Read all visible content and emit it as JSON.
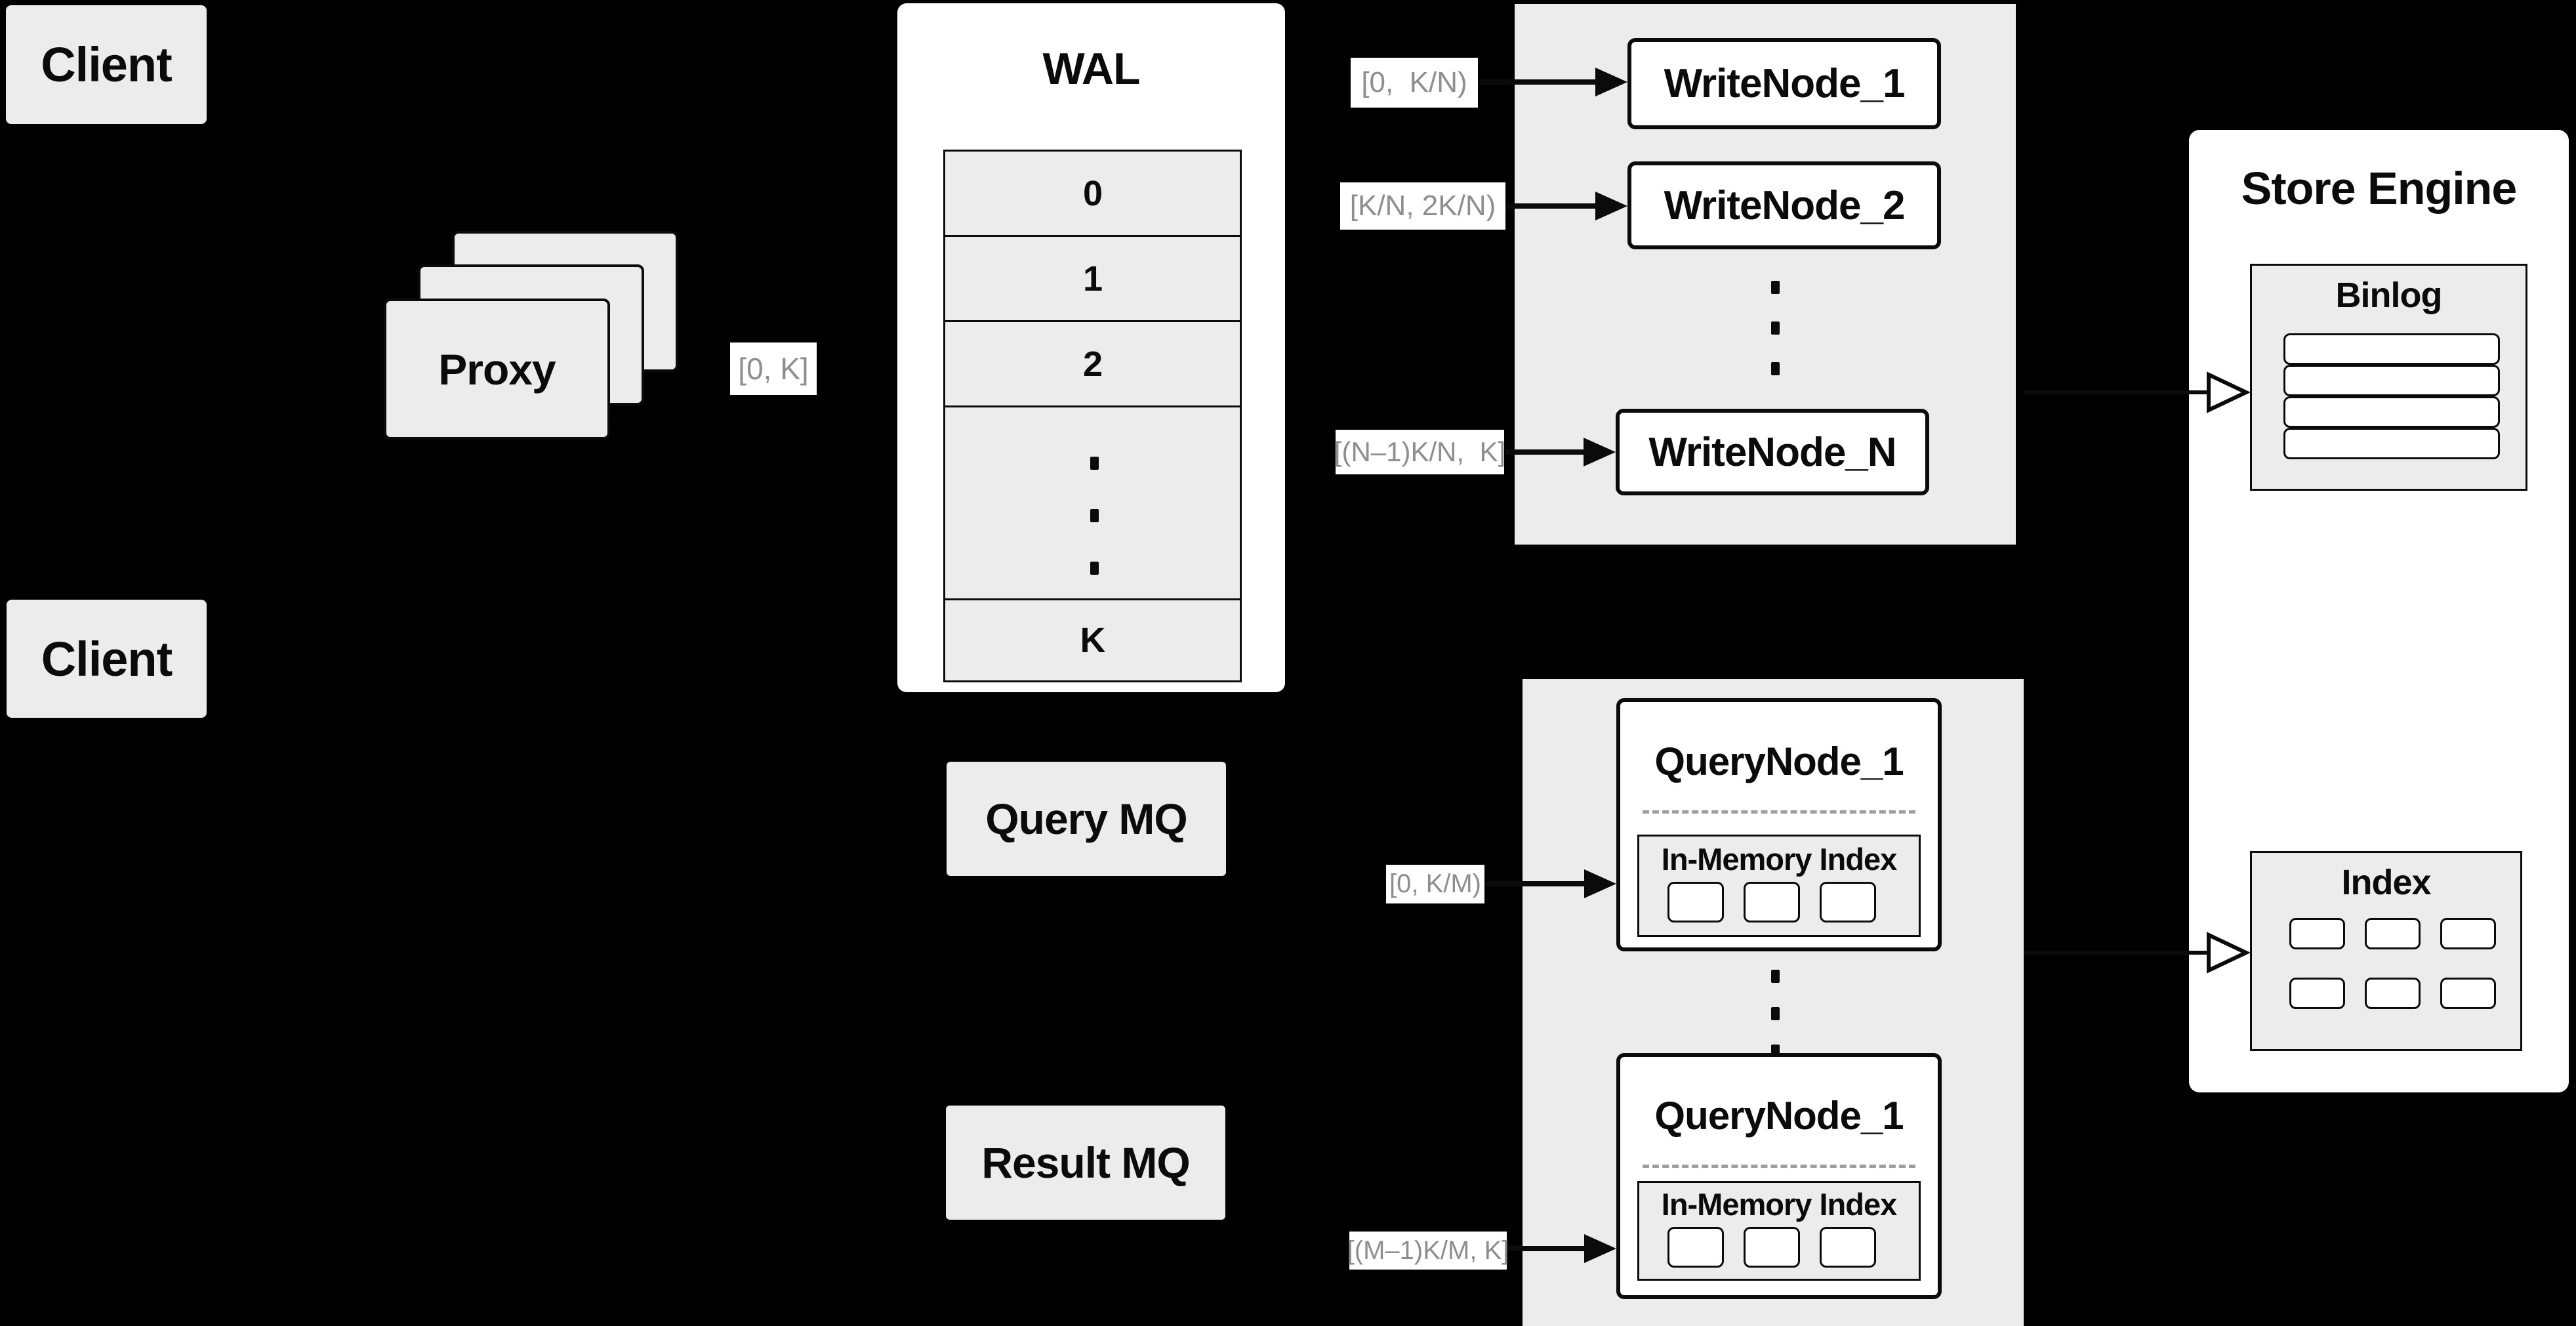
{
  "palette": {
    "background": "#000000",
    "box_gray": "#ececec",
    "box_white": "#ffffff",
    "line_black": "#0b0b0b",
    "range_label_text": "#8e8e8e",
    "dashed_divider": "#9e9e9e"
  },
  "clients": {
    "top": "Client",
    "bottom": "Client"
  },
  "proxy": {
    "label": "Proxy"
  },
  "wal": {
    "title": "WAL",
    "rows": [
      "0",
      "1",
      "2"
    ],
    "ellipsis": "⋮",
    "last_row": "K"
  },
  "ranges": {
    "proxy_to_wal": "[0, K]",
    "wal_to_writenode_1": "[0,  K/N)",
    "wal_to_writenode_2": "[K/N, 2K/N)",
    "wal_to_writenode_n": "[(N–1)K/N,  K]",
    "querymq_to_querynode_top": "[0, K/M)",
    "resultmq_to_querynode_bottom": "[(M–1)K/M, K]"
  },
  "write_nodes": {
    "node_1": "WriteNode_1",
    "node_2": "WriteNode_2",
    "ellipsis": "⋮",
    "node_n": "WriteNode_N"
  },
  "store_engine": {
    "title": "Store Engine",
    "binlog_title": "Binlog",
    "index_title": "Index"
  },
  "mq": {
    "query": "Query MQ",
    "result": "Result MQ"
  },
  "query_nodes": {
    "top_title": "QueryNode_1",
    "bottom_title": "QueryNode_1",
    "inmem_title_top": "In-Memory Index",
    "inmem_title_bottom": "In-Memory Index",
    "ellipsis": "⋮"
  }
}
